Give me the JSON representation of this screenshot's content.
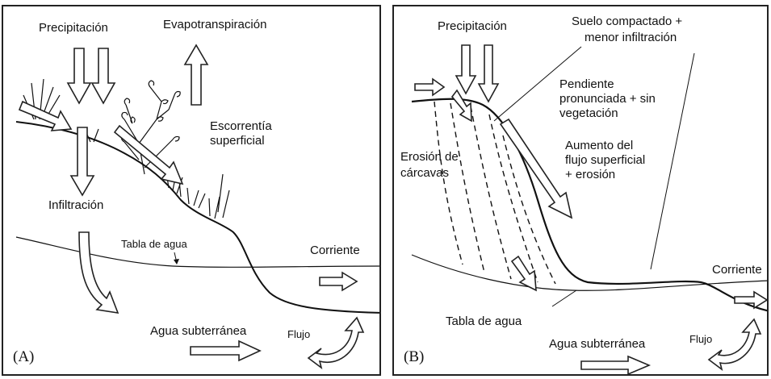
{
  "panel_a": {
    "id_label": "(A)",
    "labels": {
      "precipitation": "Precipitación",
      "evapotranspiration": "Evapotranspiración",
      "runoff_line1": "Escorrentía",
      "runoff_line2": "superficial",
      "infiltration": "Infiltración",
      "water_table": "Tabla de agua",
      "stream": "Corriente",
      "groundwater": "Agua subterránea",
      "flow": "Flujo"
    }
  },
  "panel_b": {
    "id_label": "(B)",
    "labels": {
      "precipitation": "Precipitación",
      "compacted_line1": "Suelo compactado +",
      "compacted_line2": "menor infiltración",
      "slope_line1": "Pendiente",
      "slope_line2": "pronunciada + sin",
      "slope_line3": "vegetación",
      "gully_line1": "Erosión de",
      "gully_line2": "cárcavas",
      "surface_flow_line1": "Aumento del",
      "surface_flow_line2": "flujo superficial",
      "surface_flow_line3": "+ erosión",
      "stream": "Corriente",
      "water_table": "Tabla de agua",
      "groundwater": "Agua subterránea",
      "flow": "Flujo"
    }
  }
}
